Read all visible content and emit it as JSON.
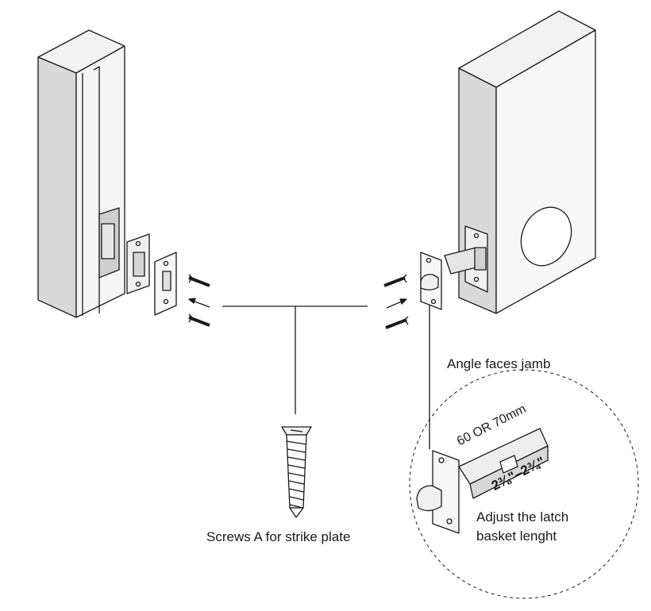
{
  "labels": {
    "angle_faces_jamb": "Angle faces jamb",
    "screws_a": "Screws A for strike plate",
    "adjust_line1": "Adjust the latch",
    "adjust_line2": "basket lenght",
    "dimension_metric": "60 OR 70mm",
    "dimension_inch": "2⅜\"–2¾\""
  },
  "colors": {
    "line": "#1a1a1a",
    "face_light": "#f2f2f2",
    "face_mid": "#d9d9d9",
    "face_dark": "#bfbfbf"
  }
}
